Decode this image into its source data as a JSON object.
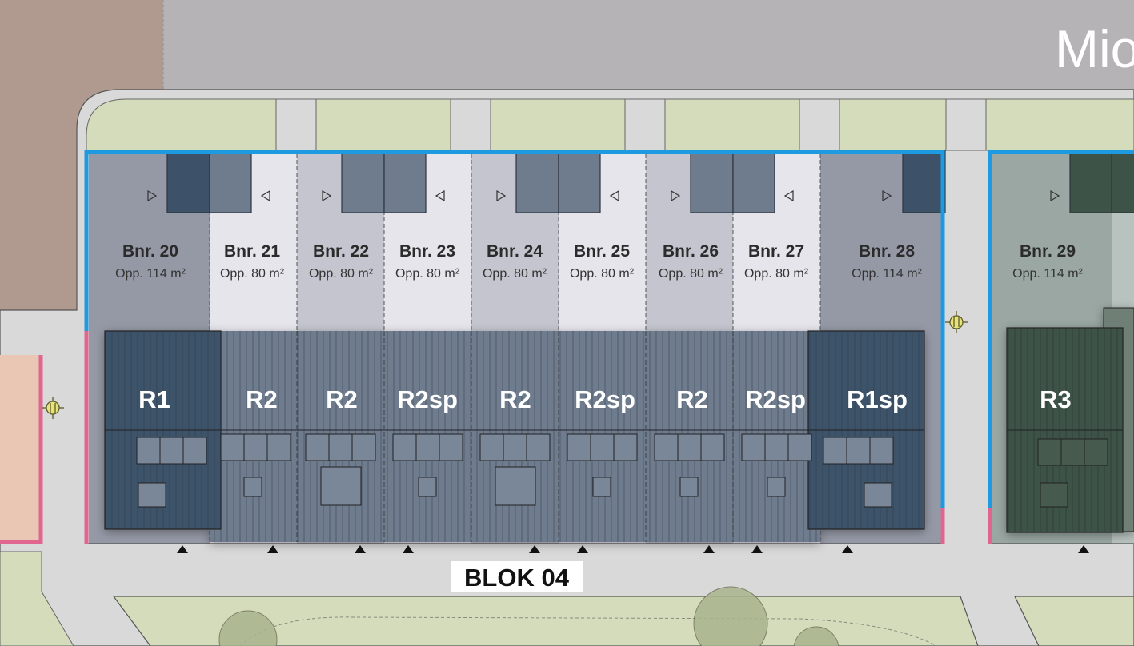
{
  "road_name": "Mio",
  "block_label": "BLOK 04",
  "plots": [
    {
      "number": "Bnr. 20",
      "area": "Opp. 114 m²",
      "type": "R1"
    },
    {
      "number": "Bnr. 21",
      "area": "Opp. 80 m²",
      "type": "R2"
    },
    {
      "number": "Bnr. 22",
      "area": "Opp. 80 m²",
      "type": "R2"
    },
    {
      "number": "Bnr. 23",
      "area": "Opp. 80 m²",
      "type": "R2sp"
    },
    {
      "number": "Bnr. 24",
      "area": "Opp. 80 m²",
      "type": "R2"
    },
    {
      "number": "Bnr. 25",
      "area": "Opp. 80 m²",
      "type": "R2sp"
    },
    {
      "number": "Bnr. 26",
      "area": "Opp. 80 m²",
      "type": "R2"
    },
    {
      "number": "Bnr. 27",
      "area": "Opp. 80 m²",
      "type": "R2sp"
    },
    {
      "number": "Bnr. 28",
      "area": "Opp. 114 m²",
      "type": "R1sp"
    },
    {
      "number": "Bnr. 29",
      "area": "Opp. 114 m²",
      "type": "R3"
    }
  ],
  "colors": {
    "road": "#b6b3b6",
    "path": "#d9d9d9",
    "green": "#d4dcbb",
    "brick": "#b09a8f",
    "blue_border": "#1e9be0",
    "pink_border": "#e0668f",
    "plot_dark": "#9599a6",
    "plot_mid": "#c4c5ce",
    "plot_light": "#e6e5ec",
    "roof_end": "#3d5269",
    "roof_mid": "#6e7c8e",
    "roof_green": "#3e5347"
  }
}
